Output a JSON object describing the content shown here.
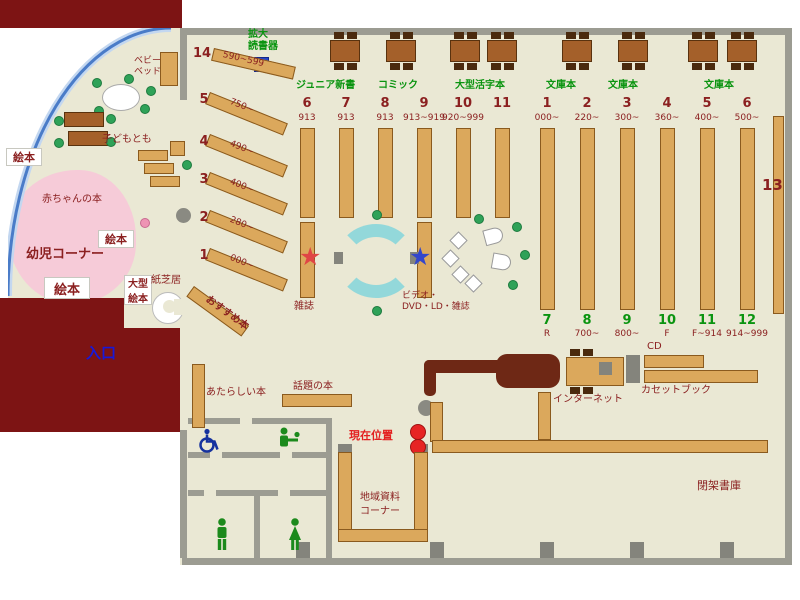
{
  "entrance": "入口",
  "magnifier": {
    "l1": "拡大",
    "l2": "読書器"
  },
  "kids": {
    "ehon1": "絵本",
    "ehon2": "絵本",
    "ehon3": "絵本",
    "baby_books": "赤ちゃんの本",
    "toddler": "幼児コーナー",
    "kodomo": "子どもとも",
    "bed1": "ベビー",
    "bed2": "ベッド",
    "ogata1": "大型",
    "ogata2": "絵本",
    "kamishibai": "紙芝居",
    "osusume": "おすすめ本"
  },
  "genres": {
    "junior": "ジュニア新書",
    "comic": "コミック",
    "large_print": "大型活字本",
    "bunko1": "文庫本",
    "bunko2": "文庫本",
    "bunko3": "文庫本"
  },
  "diag": [
    {
      "num": "14",
      "range": "590~599"
    },
    {
      "num": "5",
      "range": "750~"
    },
    {
      "num": "4",
      "range": "490~"
    },
    {
      "num": "3",
      "range": "400~"
    },
    {
      "num": "2",
      "range": "280~"
    },
    {
      "num": "1",
      "range": "000~"
    }
  ],
  "center": [
    {
      "num": "6",
      "range": "913"
    },
    {
      "num": "7",
      "range": "913"
    },
    {
      "num": "8",
      "range": "913"
    },
    {
      "num": "9",
      "range": "913~919"
    },
    {
      "num": "10",
      "range": "920~999"
    },
    {
      "num": "11",
      "range": ""
    }
  ],
  "right_top": [
    {
      "num": "1",
      "range": "000~"
    },
    {
      "num": "2",
      "range": "220~"
    },
    {
      "num": "3",
      "range": "300~"
    },
    {
      "num": "4",
      "range": "360~"
    },
    {
      "num": "5",
      "range": "400~"
    },
    {
      "num": "6",
      "range": "500~"
    }
  ],
  "right_bottom": [
    {
      "num": "7",
      "range": "R"
    },
    {
      "num": "8",
      "range": "700~"
    },
    {
      "num": "9",
      "range": "800~"
    },
    {
      "num": "10",
      "range": "F"
    },
    {
      "num": "11",
      "range": "F~914"
    },
    {
      "num": "12",
      "range": "914~999"
    }
  ],
  "shelf13": "13",
  "mid": {
    "zasshi": "雑誌",
    "video1": "ビデオ・",
    "video2": "DVD・LD・雑誌"
  },
  "south": {
    "new_books": "あたらしい本",
    "topic": "話題の本",
    "current": "現在位置",
    "local1": "地域資料",
    "local2": "コーナー",
    "internet": "インターネット",
    "cd": "CD",
    "cassette": "カセットブック",
    "stacks": "閉架書庫"
  }
}
